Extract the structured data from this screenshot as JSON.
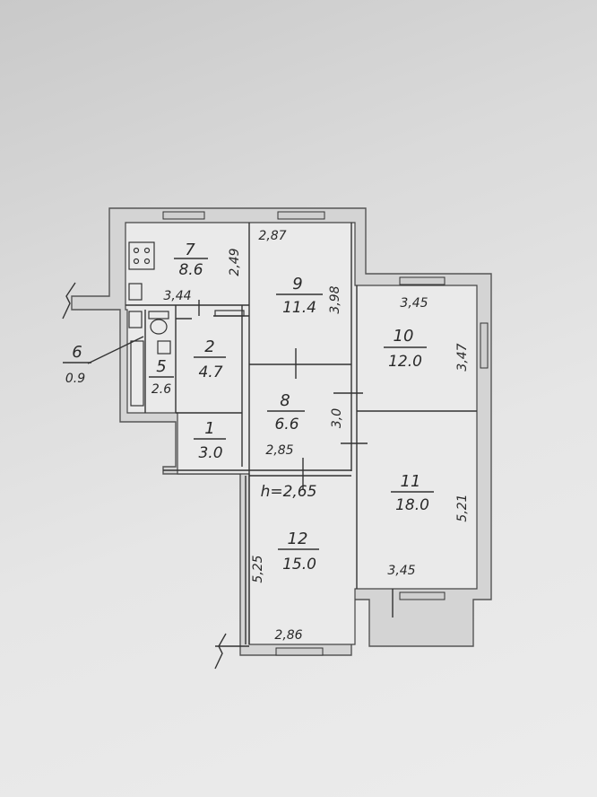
{
  "rooms": [
    {
      "id": "7",
      "number": "7",
      "area": "8.6"
    },
    {
      "id": "9",
      "number": "9",
      "area": "11.4"
    },
    {
      "id": "10",
      "number": "10",
      "area": "12.0"
    },
    {
      "id": "2",
      "number": "2",
      "area": "4.7"
    },
    {
      "id": "5",
      "number": "5",
      "area": "2.6"
    },
    {
      "id": "1",
      "number": "1",
      "area": "3.0"
    },
    {
      "id": "8",
      "number": "8",
      "area": "6.6"
    },
    {
      "id": "11",
      "number": "11",
      "area": "18.0"
    },
    {
      "id": "12",
      "number": "12",
      "area": "15.0"
    },
    {
      "id": "6",
      "number": "6",
      "area": "0.9"
    }
  ],
  "dimensions": {
    "d_249": "2,49",
    "d_344": "3,44",
    "d_287": "2,87",
    "d_398": "3,98",
    "d_345_top": "3,45",
    "d_347": "3,47",
    "d_30": "3,0",
    "d_285": "2,85",
    "d_h": "h=2,65",
    "d_521": "5,21",
    "d_525": "5,25",
    "d_345_bottom": "3,45",
    "d_286": "2,86"
  }
}
